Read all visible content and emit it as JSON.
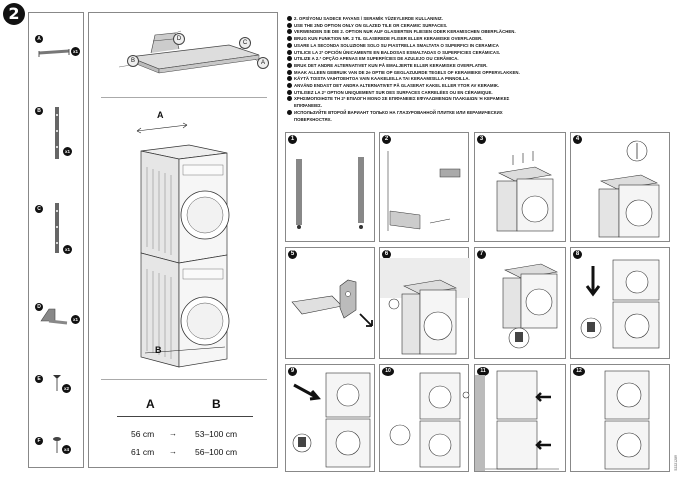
{
  "step_number": "2",
  "parts": [
    {
      "id": "A",
      "qty": "x1"
    },
    {
      "id": "B",
      "qty": "x1"
    },
    {
      "id": "C",
      "qty": "x1"
    },
    {
      "id": "D",
      "qty": "x1"
    },
    {
      "id": "E",
      "qty": "x2"
    },
    {
      "id": "F",
      "qty": "x4"
    }
  ],
  "assembly_labels": {
    "a": "A",
    "b": "B",
    "c": "C",
    "d": "D"
  },
  "dimension_labels": {
    "top": "A",
    "bottom": "B"
  },
  "table": {
    "header_a": "A",
    "header_b": "B",
    "rows": [
      {
        "a": "56 cm",
        "arrow": "→",
        "b": "53–100 cm"
      },
      {
        "a": "61 cm",
        "arrow": "→",
        "b": "56–100 cm"
      }
    ]
  },
  "instructions": [
    "2. OPSİYONU SADECE FAYANS \\ SERAMİK YÜZEYLERDE KULLANINIZ.",
    "USE THE 2ND OPTION ONLY ON GLAZED TILE OR CERAMIC SURFACES.",
    "VERWENDEN SIE DIE 2. OPTION NUR AUF GLASIERTEN FLIESEN ODER KERAMISCHEN OBERFLÄCHEN.",
    "BRUG KUN FUNKTION NR. 2 TIL GLASEREDE FLISER ELLER KERAMISKE OVERFLADER.",
    "USARE LA SECONDA SOLUZIONE SOLO SU PIASTRELLA SMALTATA O SUPERFICI IN CERAMICA",
    "UTILICE LA 2ª OPCIÓN ÚNICAMENTE EN BALDOSAS ESMALTADAS O SUPERFICIES CERÁMICAS.",
    "UTILIZE A 2.ª OPÇÃO APENAS EM SUPERFÍCIES DE AZULEJO OU CERÂMICA.",
    "BRUK DET ANDRE ALTERNATIVET KUN PÅ EMALJERTE ELLER KERAMISKE OVERFLATER.",
    "MAAK ALLEEN GEBRUIK VAN DE 2e OPTIE OP GEGLAZUURDE TEGELS OF KERAMIEKE OPPERVLAKKEN.",
    "KÄYTÄ TOISTA VAIHTOEHTOA VAIN KAAKELEILLA TAI KERAAMISILLA PINNOILLA.",
    "ANVÄND ENDAST DET ANDRA ALTERNATIVET PÅ GLASERAT KAKEL ELLER YTOR AV KERAMIK.",
    "UTILISEZ LA 2ª OPTION UNIQUEMENT SUR DES SURFACES CARRELÉES OU EN CÉRAMIQUE.",
    "ΧΡΗΣΙΜΟΠΟΙΗΣΤΕ ΤΗ 2ª ΕΠΙΛΟΓΗ ΜΟΝΟ ΣΕ ΕΠΙΦΑΝΕΙΕΣ ΕΦΥΑΛΩΜΕΝΩΝ ΠΛΑΚΙΔΙΩΝ Ή ΚΕΡΑΜΙΚΕΣ",
    "ΕΠΙΦΑΝΕΙΕΣ.",
    "ИСПОЛЬЗУЙТЕ ВТОРОЙ ВАРИАНТ ТОЛЬКО НА ГЛАЗУРОВАННОЙ ПЛИТКЕ ИЛИ КЕРАМИЧЕСКИХ",
    "ПОВЕРХНОСТЯХ."
  ],
  "steps": [
    "1",
    "2",
    "3",
    "4",
    "5",
    "6",
    "7",
    "8",
    "9",
    "10",
    "11",
    "12"
  ],
  "doc_code": "52221289"
}
